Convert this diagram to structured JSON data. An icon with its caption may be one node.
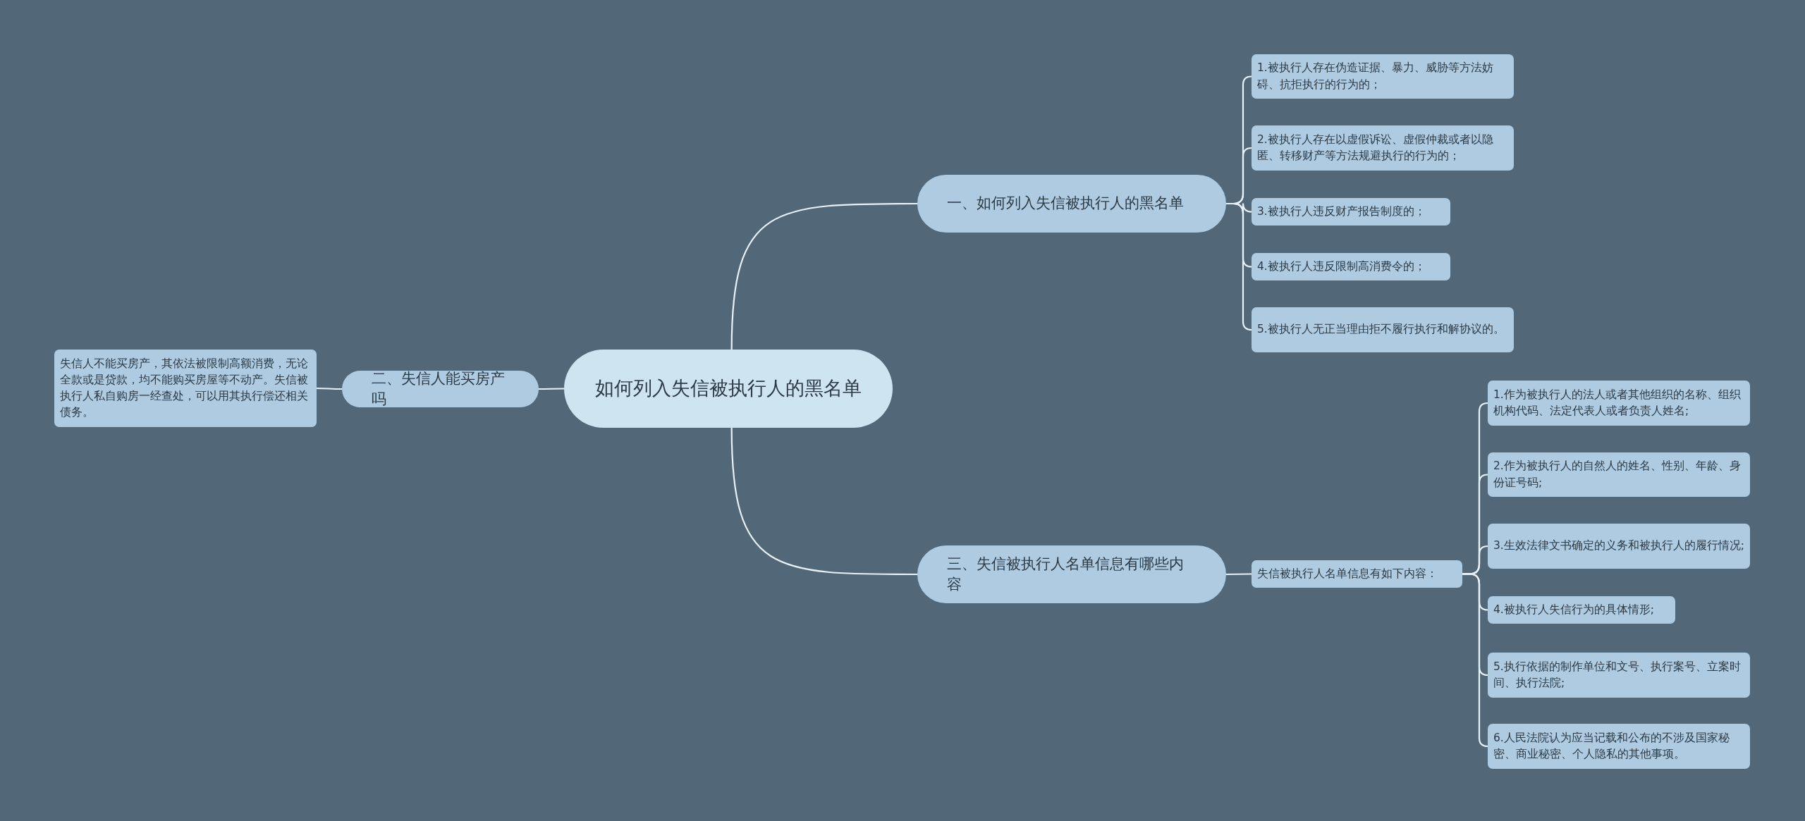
{
  "diagram": {
    "nodes": [
      {
        "text": [
          "如何列入失信被执行人的黑名单"
        ]
      },
      {
        "text": [
          "一、如何列入失信被执行人的黑名单"
        ]
      },
      {
        "text": [
          "1.被执行人存在伪造证据、暴力、威胁等方法妨碍、抗拒执行的行为的；"
        ]
      },
      {
        "text": [
          "2.被执行人存在以虚假诉讼、虚假仲裁或者以隐匿、转移财产等方法规避执行的行为的；"
        ]
      },
      {
        "text": [
          "3.被执行人违反财产报告制度的；"
        ]
      },
      {
        "text": [
          "4.被执行人违反限制高消费令的；"
        ]
      },
      {
        "text": [
          "5.被执行人无正当理由拒不履行执行和解协议的。"
        ]
      },
      {
        "text": [
          "二、失信人能买房产吗"
        ]
      },
      {
        "text": [
          "失信人不能买房产，其依法被限制高额消费，无论全款或是贷款，均不能购买房屋等不动产。失信被执行人私自购房一经查处，可以用其执行偿还相关债务。"
        ]
      },
      {
        "text": [
          "三、失信被执行人名单信息有哪些内容"
        ]
      },
      {
        "text": [
          "失信被执行人名单信息有如下内容："
        ]
      },
      {
        "text": [
          "1.作为被执行人的法人或者其他组织的名称、组织机构代码、法定代表人或者负责人姓名;"
        ]
      },
      {
        "text": [
          "2.作为被执行人的自然人的姓名、性别、年龄、身份证号码;"
        ]
      },
      {
        "text": [
          "3.生效法律文书确定的义务和被执行人的履行情况;"
        ]
      },
      {
        "text": [
          "4.被执行人失信行为的具体情形;"
        ]
      },
      {
        "text": [
          "5.执行依据的制作单位和文号、执行案号、立案时间、执行法院;"
        ]
      },
      {
        "text": [
          "6.人民法院认为应当记载和公布的不涉及国家秘密、商业秘密、个人隐私的其他事项。"
        ]
      }
    ],
    "edges": [
      {
        "from": 0,
        "to": 1,
        "arrow": "none"
      },
      {
        "from": 1,
        "to": 2,
        "arrow": "none"
      },
      {
        "from": 1,
        "to": 3,
        "arrow": "none"
      },
      {
        "from": 1,
        "to": 4,
        "arrow": "none"
      },
      {
        "from": 1,
        "to": 5,
        "arrow": "none"
      },
      {
        "from": 1,
        "to": 6,
        "arrow": "none"
      },
      {
        "from": 0,
        "to": 7,
        "arrow": "none"
      },
      {
        "from": 7,
        "to": 8,
        "arrow": "none"
      },
      {
        "from": 0,
        "to": 9,
        "arrow": "none"
      },
      {
        "from": 9,
        "to": 10,
        "arrow": "none"
      },
      {
        "from": 10,
        "to": 11,
        "arrow": "none"
      },
      {
        "from": 10,
        "to": 12,
        "arrow": "none"
      },
      {
        "from": 10,
        "to": 13,
        "arrow": "none"
      },
      {
        "from": 10,
        "to": 14,
        "arrow": "none"
      },
      {
        "from": 10,
        "to": 15,
        "arrow": "none"
      },
      {
        "from": 10,
        "to": 16,
        "arrow": "none"
      }
    ]
  }
}
